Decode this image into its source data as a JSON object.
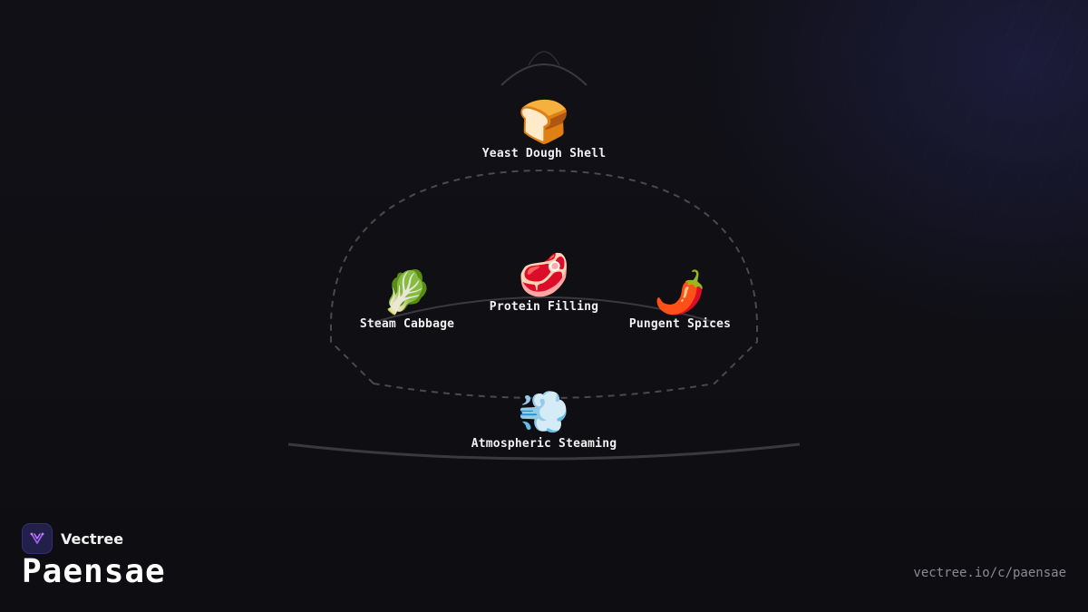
{
  "diagram": {
    "nodes": [
      {
        "id": "yeast-dough-shell",
        "icon": "🍞",
        "icon_name": "bread-icon",
        "label": "Yeast Dough Shell"
      },
      {
        "id": "protein-filling",
        "icon": "🥩",
        "icon_name": "meat-icon",
        "label": "Protein Filling"
      },
      {
        "id": "steam-cabbage",
        "icon": "🥬",
        "icon_name": "leafy-green-icon",
        "label": "Steam Cabbage"
      },
      {
        "id": "pungent-spices",
        "icon": "🌶️",
        "icon_name": "chili-pepper-icon",
        "label": "Pungent Spices"
      },
      {
        "id": "atmospheric-steaming",
        "icon": "💨",
        "icon_name": "steam-puff-icon",
        "label": "Atmospheric Steaming"
      }
    ]
  },
  "brand": {
    "name": "Vectree",
    "logo_icon": "vectree-logo-icon",
    "accent": "#9b5de5"
  },
  "title": "Paensae",
  "footer_url": "vectree.io/c/paensae",
  "colors": {
    "background": "#0f0f13",
    "line": "#3a3a3e",
    "text": "#f0f0f0",
    "muted": "#8a8a92"
  }
}
